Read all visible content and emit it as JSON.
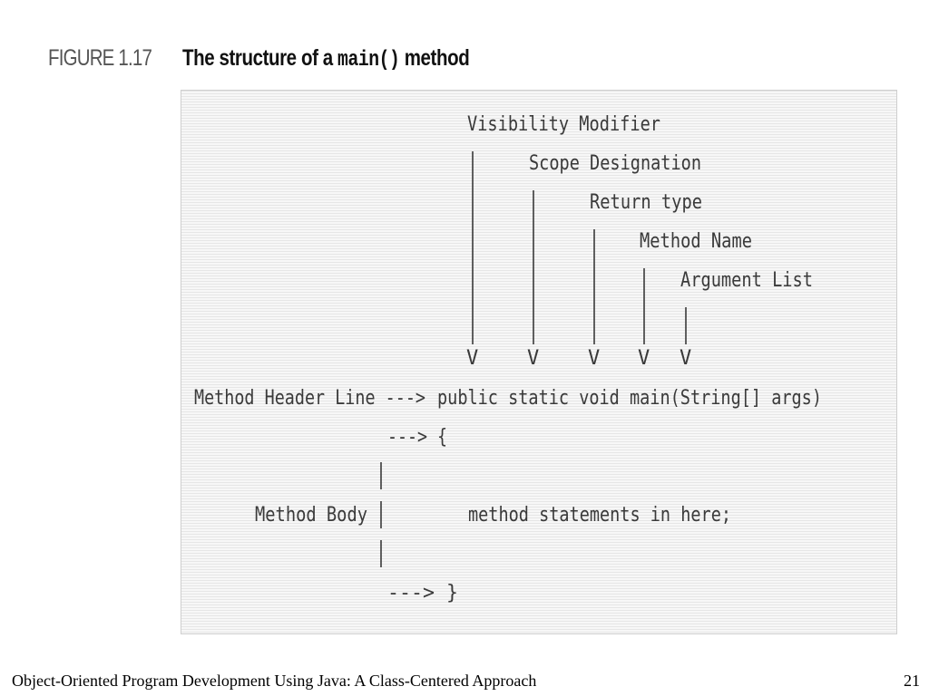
{
  "figure": {
    "label": "FIGURE 1.17",
    "title_before": "The structure of a ",
    "title_code": "main()",
    "title_after": " method"
  },
  "diagram": {
    "annotations": {
      "visibility_modifier": "Visibility Modifier",
      "scope_designation": "Scope Designation",
      "return_type": "Return type",
      "method_name": "Method Name",
      "argument_list": "Argument List"
    },
    "arrow_heads": [
      "V",
      "V",
      "V",
      "V",
      "V"
    ],
    "header_line": {
      "label": "Method Header Line --->",
      "code": "public static void main(String[] args)"
    },
    "open_brace": "---> {",
    "method_body": {
      "label": "Method Body",
      "statements": "method statements in here;"
    },
    "close_brace": "--->  }"
  },
  "footer": {
    "book_title": "Object-Oriented Program Development Using Java: A Class-Centered Approach",
    "page_number": "21"
  }
}
